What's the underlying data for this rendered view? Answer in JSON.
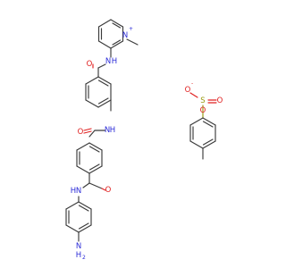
{
  "colors": {
    "bond": "#3a3a3a",
    "oxygen": "#e02020",
    "nitrogen": "#2c2cd8",
    "sulfur": "#9a9a10"
  },
  "cation": {
    "pyridinium_n": "N",
    "pyridinium_charge": "+",
    "amide1_o": "O",
    "amide1_n": "N",
    "amide1_h": "H",
    "amide2_o": "O",
    "amide2_n": "N",
    "amide2_h": "H",
    "amide3_o": "O",
    "amide3_n": "N",
    "amide3_h": "H",
    "amine_n": "N",
    "amine_h": "H",
    "amine_h_count": "2"
  },
  "anion": {
    "o_minus": "O",
    "o_minus_charge": "-",
    "s": "S",
    "o_right": "O",
    "o_bottom": "O"
  }
}
